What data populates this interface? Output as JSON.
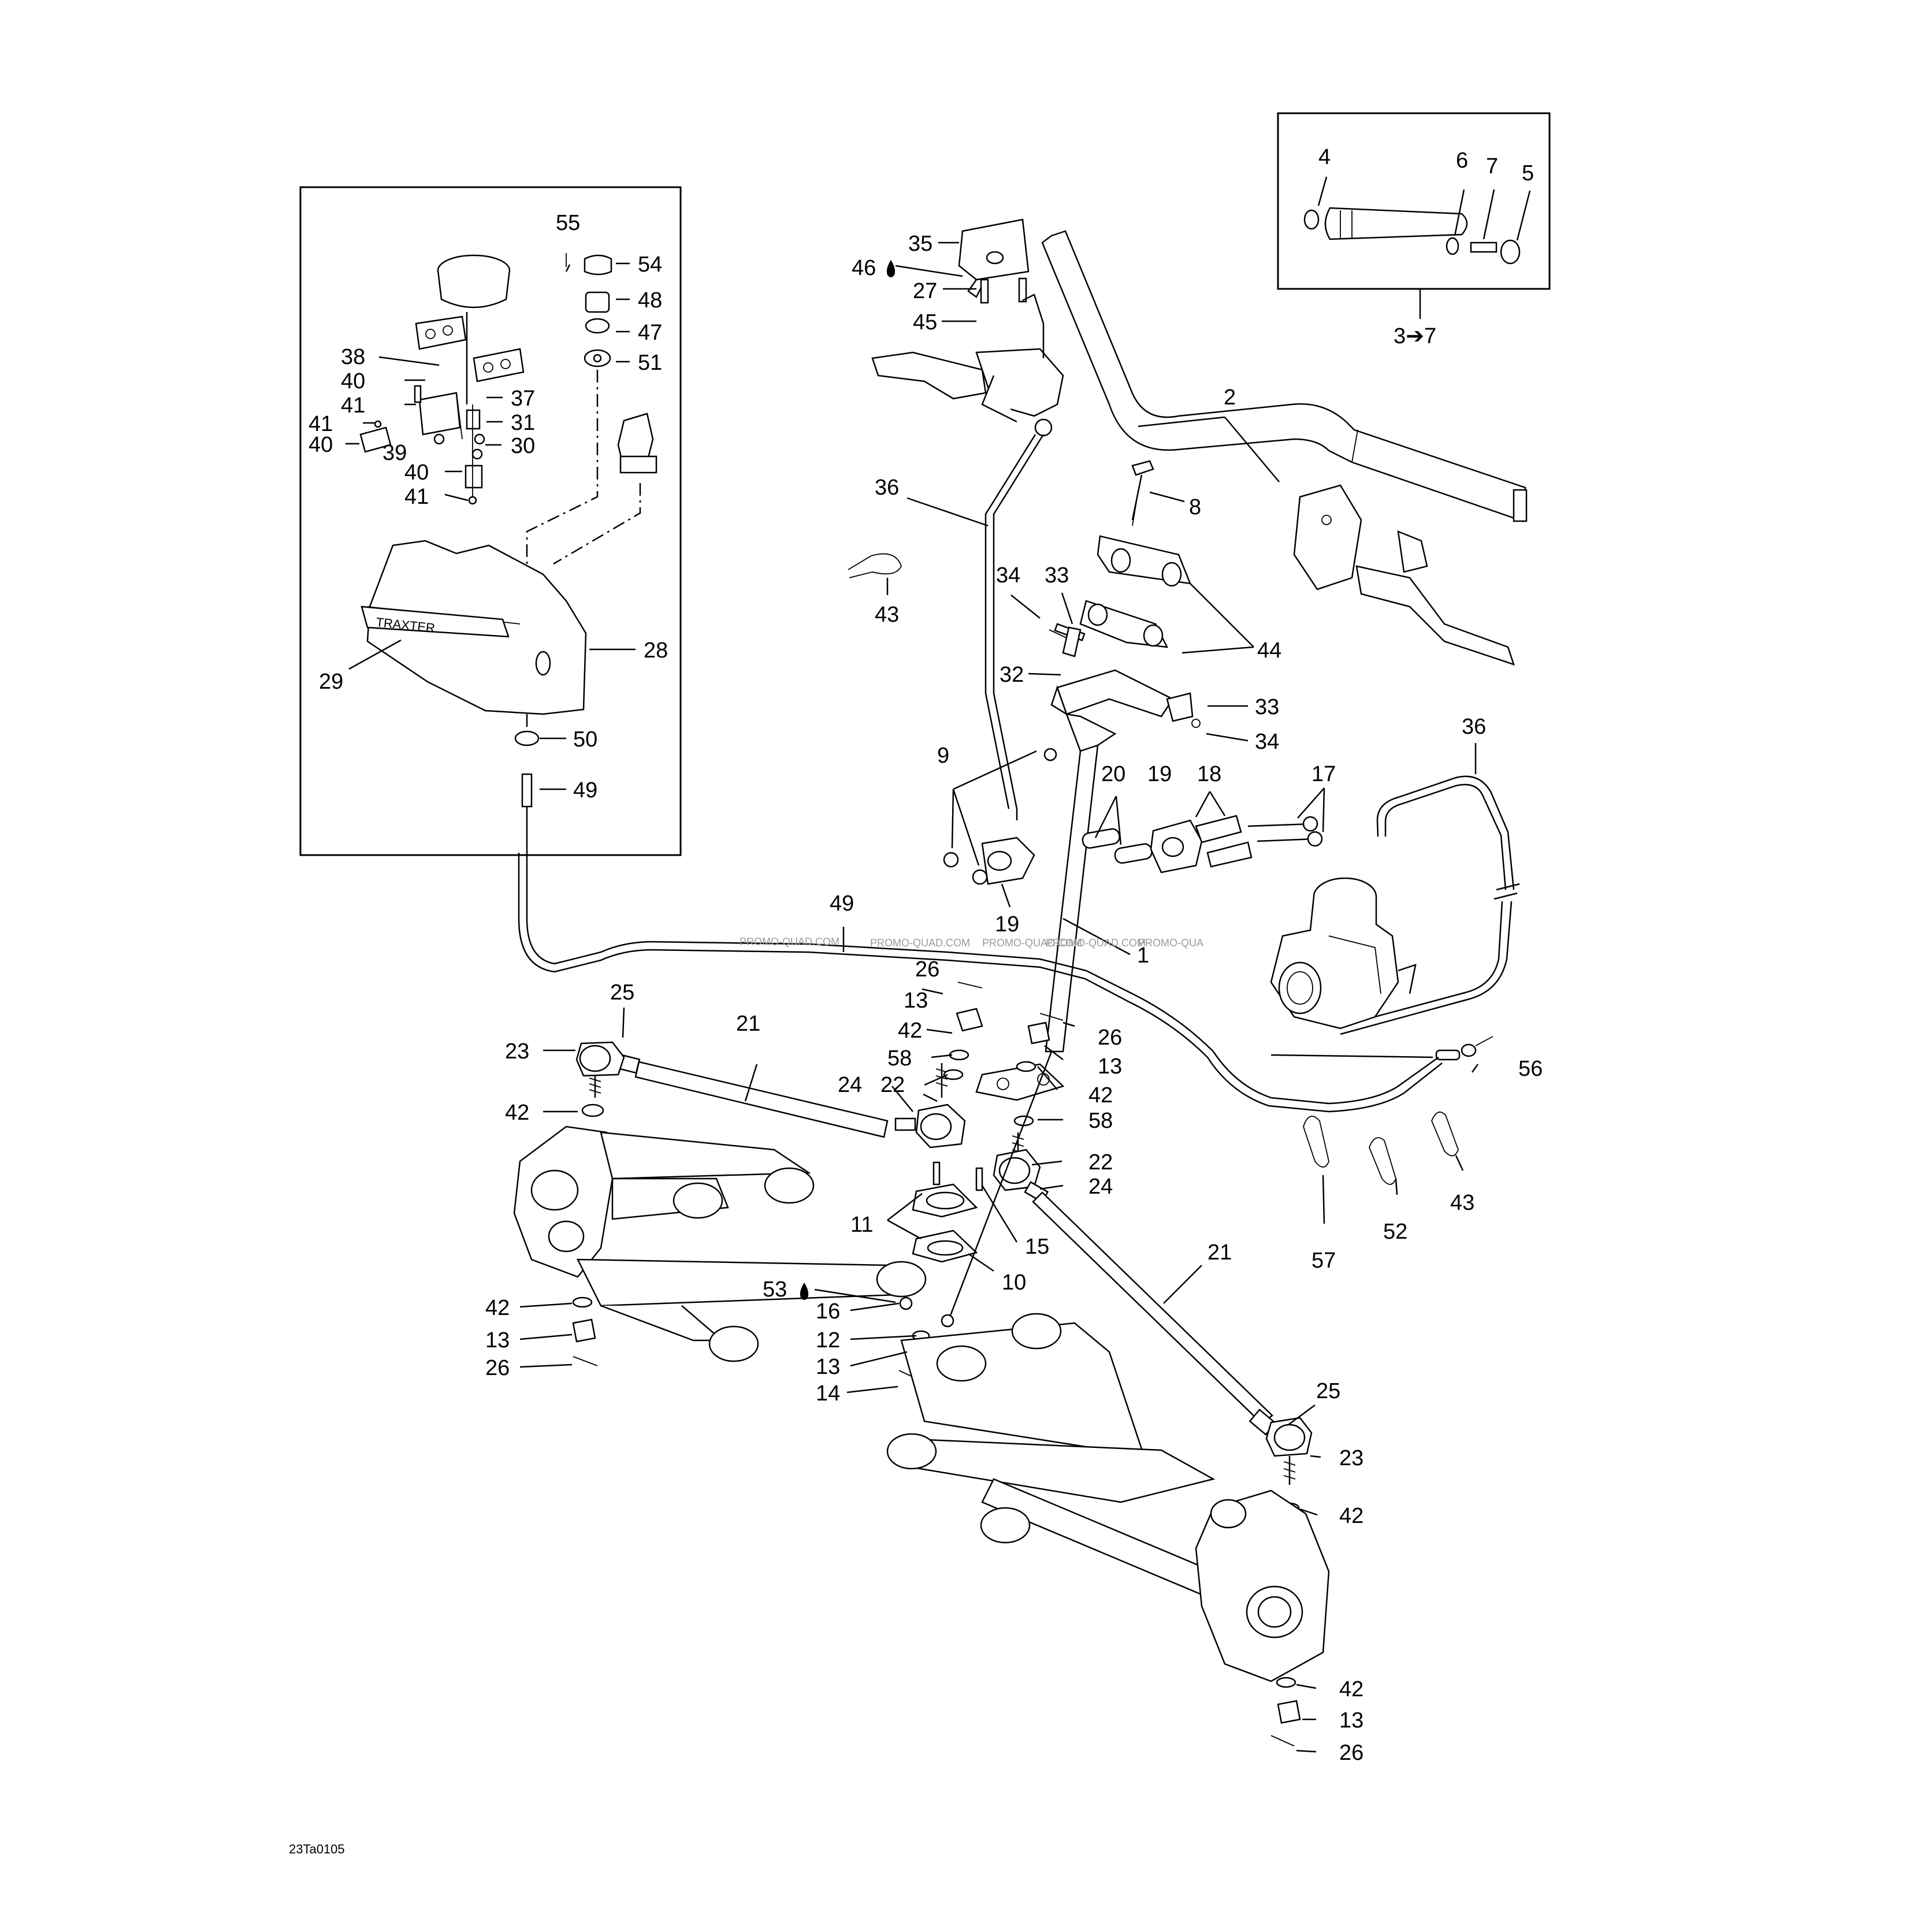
{
  "diagram_code": "23Ta0105",
  "watermarks": [
    "PROMO-QUAD.COM",
    "PROMO-QUAD.COM",
    "PROMO-QUAD.COM",
    "PROMO-QUAD.COM",
    "PROMO-QUA"
  ],
  "inset_grip_label": "3➔7",
  "decal_text": "TRAXTER",
  "callouts": [
    "1",
    "2",
    "4",
    "5",
    "6",
    "7",
    "8",
    "9",
    "10",
    "11",
    "12",
    "13",
    "14",
    "15",
    "16",
    "17",
    "18",
    "19",
    "20",
    "21",
    "22",
    "23",
    "24",
    "25",
    "26",
    "27",
    "28",
    "29",
    "30",
    "31",
    "32",
    "33",
    "34",
    "35",
    "36",
    "37",
    "38",
    "39",
    "40",
    "41",
    "42",
    "43",
    "44",
    "45",
    "46",
    "47",
    "48",
    "49",
    "50",
    "51",
    "52",
    "53",
    "54",
    "55",
    "56",
    "57",
    "58"
  ],
  "callout_labels": [
    "55",
    "54",
    "48",
    "47",
    "51",
    "38",
    "40",
    "41",
    "37",
    "31",
    "41",
    "40",
    "39",
    "30",
    "40",
    "41",
    "28",
    "29",
    "50",
    "49",
    "4",
    "6",
    "7",
    "5",
    "35",
    "46",
    "27",
    "45",
    "2",
    "36",
    "8",
    "43",
    "34",
    "33",
    "44",
    "32",
    "33",
    "34",
    "9",
    "20",
    "19",
    "18",
    "17",
    "36",
    "19",
    "1",
    "49",
    "25",
    "23",
    "21",
    "42",
    "26",
    "13",
    "42",
    "58",
    "24",
    "22",
    "26",
    "13",
    "42",
    "58",
    "22",
    "24",
    "56",
    "43",
    "52",
    "57",
    "11",
    "15",
    "10",
    "21",
    "53",
    "16",
    "12",
    "13",
    "14",
    "42",
    "13",
    "26",
    "25",
    "23",
    "42",
    "42",
    "13",
    "26"
  ]
}
